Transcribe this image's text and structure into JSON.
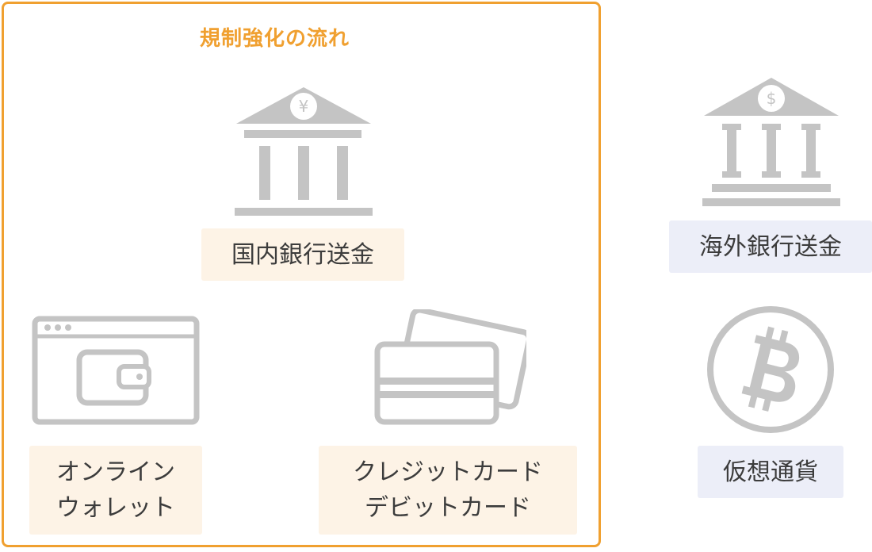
{
  "title": "規制強化の流れ",
  "colors": {
    "frame_border": "#f0a030",
    "title": "#f0a030",
    "icon_gray": "#c4c4c4",
    "label_warm_bg": "#fdf3e6",
    "label_cool_bg": "#eceef8",
    "text": "#3c3c3c"
  },
  "inside": {
    "domestic_transfer": {
      "label": "国内銀行送金",
      "icon": "bank-yen-icon"
    },
    "online_wallet": {
      "label_line1": "オンライン",
      "label_line2": "ウォレット",
      "icon": "browser-wallet-icon"
    },
    "cards": {
      "label_line1": "クレジットカード",
      "label_line2": "デビットカード",
      "icon": "credit-cards-icon"
    }
  },
  "outside": {
    "overseas_transfer": {
      "label": "海外銀行送金",
      "icon": "bank-dollar-icon"
    },
    "virtual_currency": {
      "label": "仮想通貨",
      "icon": "bitcoin-icon"
    }
  },
  "icon_symbols": {
    "yen": "¥",
    "dollar": "$"
  }
}
